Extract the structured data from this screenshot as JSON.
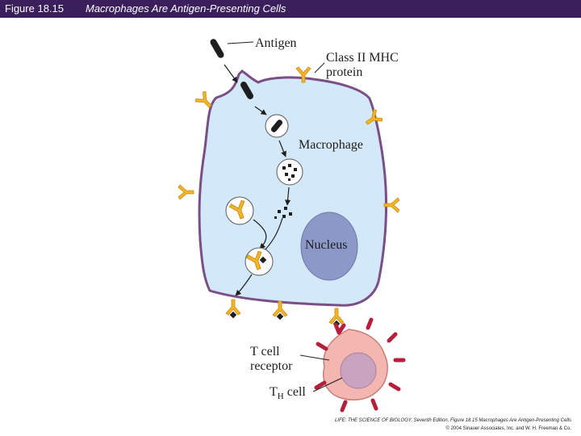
{
  "header": {
    "figure_number": "Figure 18.15",
    "figure_title": "Macrophages Are Antigen-Presenting Cells"
  },
  "labels": {
    "antigen": "Antigen",
    "mhc_line1": "Class II MHC",
    "mhc_line2": "protein",
    "macrophage": "Macrophage",
    "nucleus": "Nucleus",
    "tcr_line1": "T cell",
    "tcr_line2": "receptor",
    "th_T": "T",
    "th_H": "H",
    "th_cell": " cell"
  },
  "credit": {
    "line1": "LIFE: THE SCIENCE OF BIOLOGY, Seventh Edition, Figure 18.15 Macrophages Are Antigen-Presenting Cells",
    "line2": "© 2004 Sinauer Associates, Inc. and W. H. Freeman & Co."
  },
  "colors": {
    "title_bar": "#3a1f5c",
    "cell_fill": "#d3e8f8",
    "cell_outline": "#7a4f86",
    "nucleus": "#8c98c8",
    "mhc_protein": "#f1b527",
    "t_cell": "#f3b6b0",
    "t_cell_nucleus": "#c9a3bf",
    "receptor": "#b51f3c"
  }
}
